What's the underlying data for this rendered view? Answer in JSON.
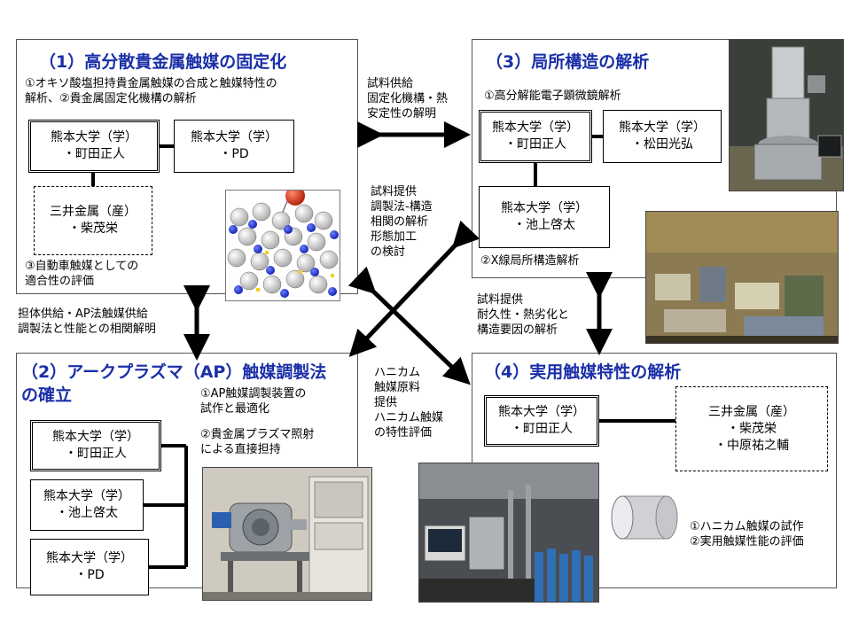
{
  "panel1": {
    "title": "（1）高分散貴金属触媒の固定化",
    "desc": "①オキソ酸塩担持貴金属触媒の合成と触媒特性の\n解析、②貴金属固定化機構の解析",
    "box_a": {
      "org": "熊本大学（学）",
      "name": "・町田正人"
    },
    "box_b": {
      "org": "熊本大学（学）",
      "name": "・PD"
    },
    "box_c": {
      "org": "三井金属（産）",
      "name": "・柴茂栄"
    },
    "note": "③自動車触媒としての\n適合性の評価"
  },
  "panel2": {
    "title_line1": "（2）アークプラズマ（AP）触媒調製法",
    "title_line2": "の確立",
    "item1": "①AP触媒調製装置の\n試作と最適化",
    "item2": "②貴金属プラズマ照射\nによる直接担持",
    "box_a": {
      "org": "熊本大学（学）",
      "name": "・町田正人"
    },
    "box_b": {
      "org": "熊本大学（学）",
      "name": "・池上啓太"
    },
    "box_c": {
      "org": "熊本大学（学）",
      "name": "・PD"
    }
  },
  "panel3": {
    "title": "（3）局所構造の解析",
    "item1": "①高分解能電子顕微鏡解析",
    "box_a": {
      "org": "熊本大学（学）",
      "name": "・町田正人"
    },
    "box_b": {
      "org": "熊本大学（学）",
      "name": "・松田光弘"
    },
    "box_c": {
      "org": "熊本大学（学）",
      "name": "・池上啓太"
    },
    "item2": "②X線局所構造解析"
  },
  "panel4": {
    "title": "（4）実用触媒特性の解析",
    "box_a": {
      "org": "熊本大学（学）",
      "name": "・町田正人"
    },
    "box_b": {
      "org": "三井金属（産）",
      "name1": "・柴茂栄",
      "name2": "・中原祐之輔"
    },
    "items": "①ハニカム触媒の試作\n②実用触媒性能の評価"
  },
  "arrows": {
    "top": "試料供給\n固定化機構・熱\n安定性の解明",
    "left": "担体供給・AP法触媒供給\n調製法と性能との相関解明",
    "right": "試料提供\n耐久性・熱劣化と\n構造要因の解析",
    "center_upper": "試料提供\n調製法-構造\n相関の解析\n形態加工\nの検討",
    "center_lower": "ハニカム\n触媒原料\n提供\nハニカム触媒\nの特性評価"
  },
  "colors": {
    "title": "#1a2fa8",
    "atom_blue": "#1f2fd0",
    "atom_white": "#e8e8e8",
    "atom_red": "#e0301a"
  }
}
